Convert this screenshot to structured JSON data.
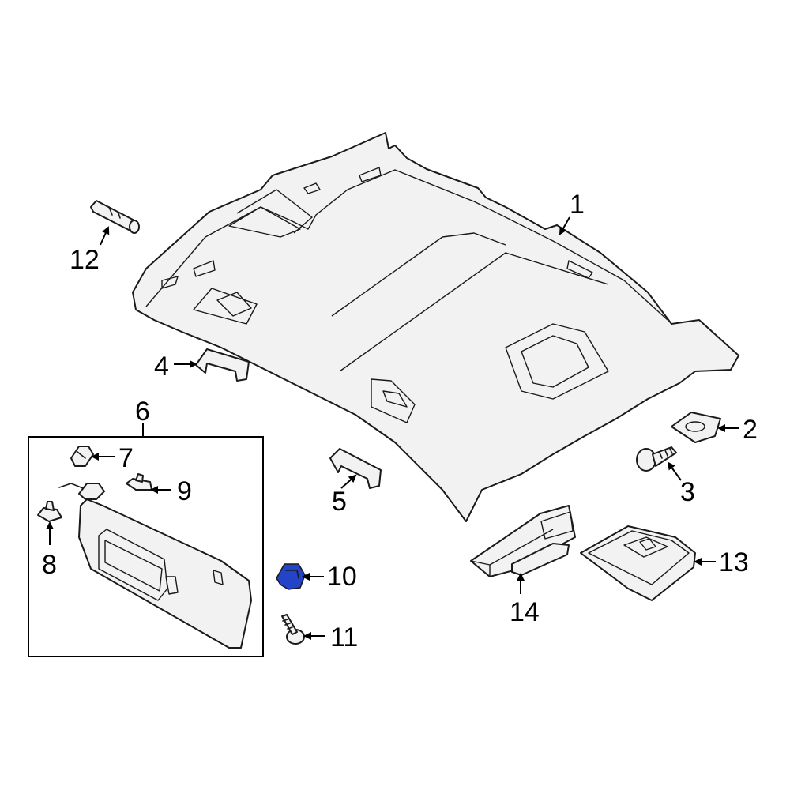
{
  "highlight_color": "#2343c8",
  "callouts": [
    {
      "id": "1",
      "label": "1"
    },
    {
      "id": "2",
      "label": "2"
    },
    {
      "id": "3",
      "label": "3"
    },
    {
      "id": "4",
      "label": "4"
    },
    {
      "id": "5",
      "label": "5"
    },
    {
      "id": "6",
      "label": "6"
    },
    {
      "id": "7",
      "label": "7"
    },
    {
      "id": "8",
      "label": "8"
    },
    {
      "id": "9",
      "label": "9"
    },
    {
      "id": "10",
      "label": "10"
    },
    {
      "id": "11",
      "label": "11"
    },
    {
      "id": "12",
      "label": "12"
    },
    {
      "id": "13",
      "label": "13"
    },
    {
      "id": "14",
      "label": "14"
    }
  ]
}
